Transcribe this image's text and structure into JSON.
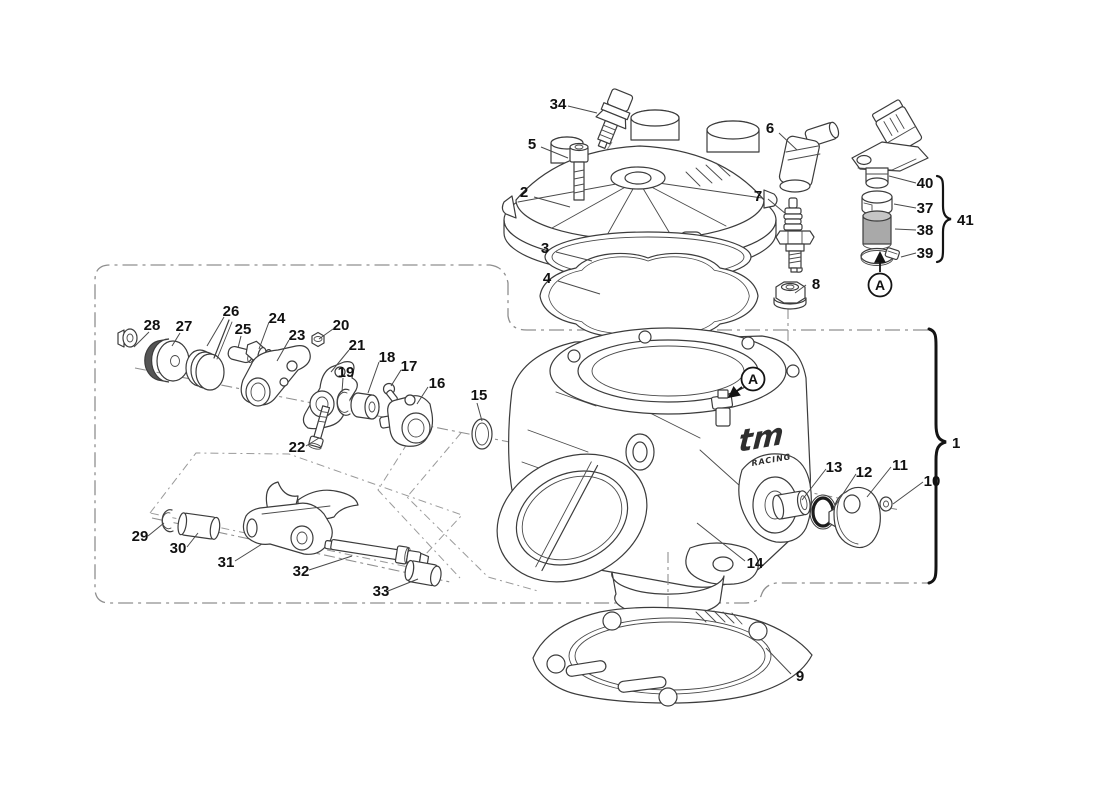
{
  "figure": {
    "kind": "exploded-parts-diagram",
    "subject": "cylinder head and exhaust valve assembly"
  },
  "brand": {
    "logo_main": "tm",
    "logo_sub": "RACING"
  },
  "detail_marker": {
    "label": "A"
  },
  "callouts": {
    "c1": "1",
    "c2": "2",
    "c3": "3",
    "c4": "4",
    "c5": "5",
    "c6": "6",
    "c7": "7",
    "c8": "8",
    "c9": "9",
    "c10": "10",
    "c11": "11",
    "c12": "12",
    "c13": "13",
    "c14": "14",
    "c15": "15",
    "c16": "16",
    "c17": "17",
    "c18": "18",
    "c19": "19",
    "c20": "20",
    "c21": "21",
    "c22": "22",
    "c23": "23",
    "c24": "24",
    "c25": "25",
    "c26": "26",
    "c27": "27",
    "c28": "28",
    "c29": "29",
    "c30": "30",
    "c31": "31",
    "c32": "32",
    "c33": "33",
    "c34": "34",
    "c37": "37",
    "c38": "38",
    "c39": "39",
    "c40": "40",
    "c41": "41"
  },
  "colors": {
    "line": "#3c3c3c",
    "dash": "#8f8f8f",
    "label": "#111111",
    "hose_fill": "#a9a9a9",
    "disc_side": "#555555",
    "background": "#ffffff"
  }
}
